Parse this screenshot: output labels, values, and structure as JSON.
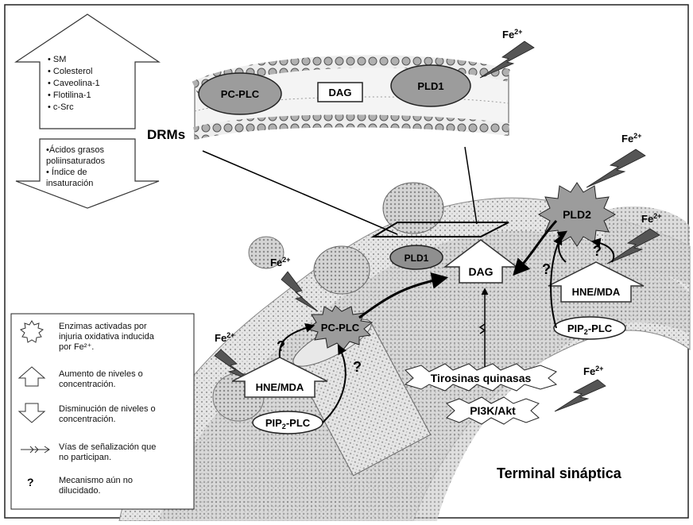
{
  "membrane": {
    "enzymes": [
      "PC-PLC",
      "DAG",
      "PLD1"
    ],
    "drms_label": "DRMs"
  },
  "increase_box": {
    "items": [
      "• SM",
      "• Colesterol",
      "• Caveolina-1",
      "• Flotilina-1",
      "• c-Src"
    ]
  },
  "decrease_box": {
    "items": [
      "•Ácidos grasos",
      "poliinsaturados",
      "• Índice de",
      "insaturación"
    ]
  },
  "iron_label": "Fe",
  "iron_charge": "2+",
  "nodes": {
    "pld2": "PLD2",
    "pld1": "PLD1",
    "dag": "DAG",
    "pc_plc": "PC-PLC",
    "hne_mda_left": "HNE/MDA",
    "hne_mda_right": "HNE/MDA",
    "pip2_plc_left_a": "PIP",
    "pip2_plc_left_sub": "2",
    "pip2_plc_left_b": "-PLC",
    "pip2_plc_right_a": "PIP",
    "pip2_plc_right_sub": "2",
    "pip2_plc_right_b": "-PLC",
    "tirosinas": "Tirosinas quinasas",
    "pi3k": "PI3K/Akt",
    "question": "?"
  },
  "terminal_label": "Terminal sináptica",
  "legend": {
    "items": [
      {
        "icon": "burst-icon",
        "text": [
          "Enzimas activadas por",
          "injuria oxidativa inducida",
          "por Fe²⁺."
        ]
      },
      {
        "icon": "up-arrow-icon",
        "text": [
          "Aumento de niveles o",
          "concentración."
        ]
      },
      {
        "icon": "down-arrow-icon",
        "text": [
          "Disminución de niveles o",
          "concentración."
        ]
      },
      {
        "icon": "blocked-path-icon",
        "text": [
          "Vías de señalización que",
          "no participan."
        ]
      },
      {
        "icon": "question-icon",
        "text": [
          "Mecanismo aún no",
          "dilucidado."
        ]
      }
    ]
  }
}
